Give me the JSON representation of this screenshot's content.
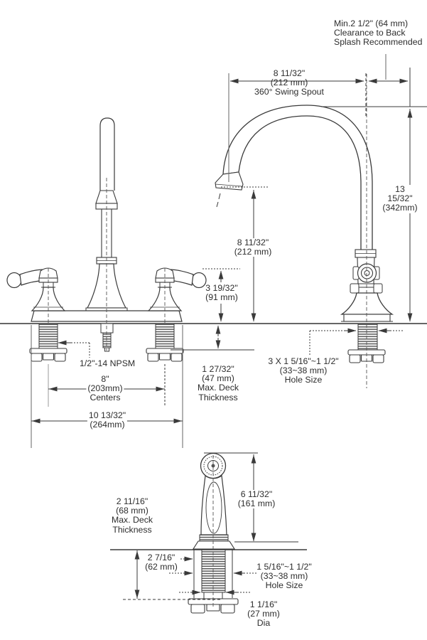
{
  "diagram": {
    "title": "Kitchen faucet and side sprayer installation dimension drawing",
    "colors": {
      "ink": "#3a3a3a",
      "dim_line": "#4a4a4a",
      "leader": "#999999",
      "background": "#ffffff"
    },
    "views": {
      "front_view": "two-handle faucet front elevation",
      "side_view": "gooseneck swing spout side elevation",
      "sprayer_view": "side sprayer elevation"
    },
    "labels": {
      "clearance_note": "Min.2 1/2\" (64 mm)\nClearance to Back\nSplash Recommended",
      "swing_spout": "8 11/32\"\n(212 mm)\n360° Swing Spout",
      "spout_overall_height": "13 15/32\"\n(342mm)",
      "spout_outlet_height": "8 11/32\"\n(212 mm)",
      "handle_height": "3 19/32\"\n(91 mm)",
      "thread_spec": "1/2\"-14 NPSM",
      "handle_centers": "8\"\n(203mm)\nCenters",
      "overall_width": "10 13/32\"\n(264mm)",
      "faucet_max_deck": "1 27/32\"\n(47 mm)\nMax. Deck\nThickness",
      "faucet_hole_size": "3 X 1 5/16\"~1 1/2\"\n(33~38 mm)\nHole Size",
      "sprayer_height": "6 11/32\"\n(161 mm)",
      "sprayer_max_deck": "2 11/16\"\n(68 mm)\nMax. Deck\nThickness",
      "sprayer_below_deck": "2 7/16\"\n(62 mm)",
      "sprayer_hole_size": "1 5/16\"~1 1/2\"\n(33~38 mm)\nHole Size",
      "sprayer_shank_dia": "1 1/16\"\n(27 mm)\nDia"
    }
  }
}
